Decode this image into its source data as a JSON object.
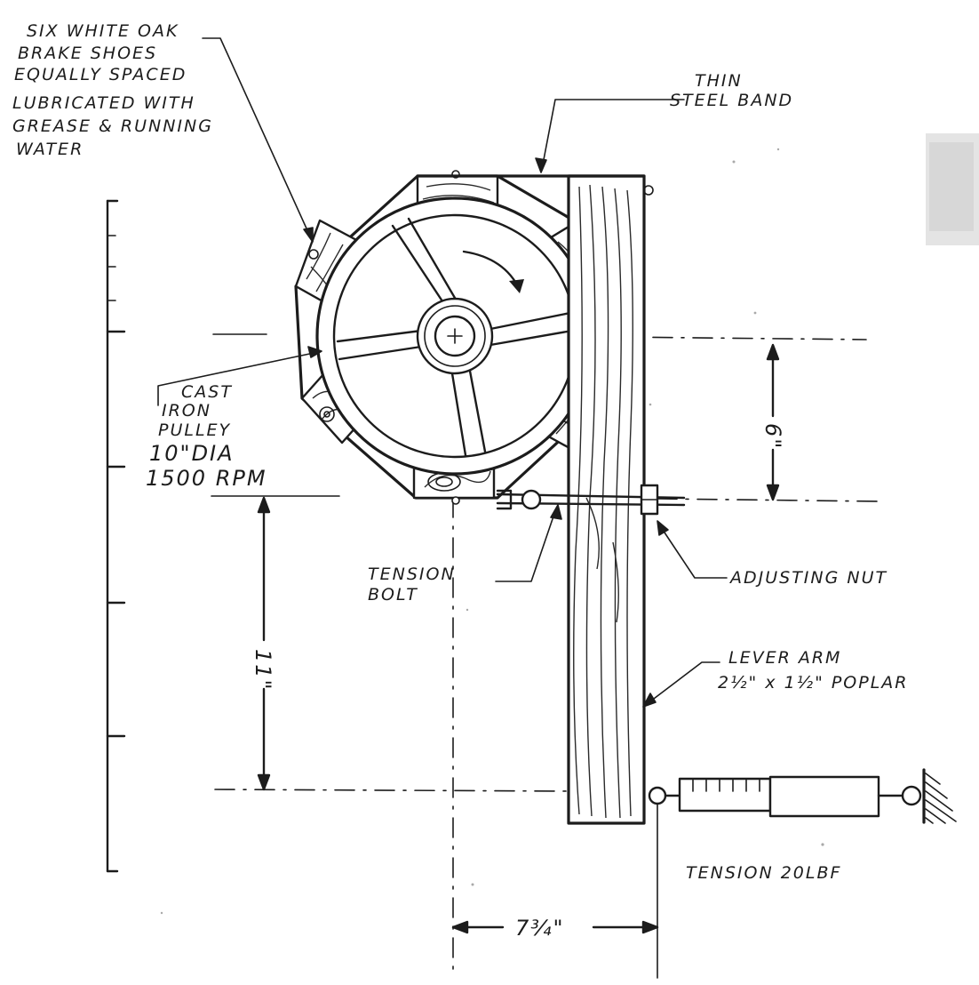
{
  "labels": {
    "shoes_line1": "SIX WHITE OAK",
    "shoes_line2": "BRAKE SHOES",
    "shoes_line3": "EQUALLY SPACED",
    "shoes_line4": "LUBRICATED WITH",
    "shoes_line5": "GREASE & RUNNING",
    "shoes_line6": "WATER",
    "band_line1": "THIN",
    "band_line2": "STEEL BAND",
    "pulley_line1": "CAST",
    "pulley_line2": "IRON",
    "pulley_line3": "PULLEY",
    "pulley_line4": "10\"DIA",
    "pulley_line5": "1500 RPM",
    "bolt_line1": "TENSION",
    "bolt_line2": "BOLT",
    "nut": "ADJUSTING NUT",
    "lever_line1": "LEVER ARM",
    "lever_line2": "2½\" x 1½\"  POPLAR",
    "tension": "TENSION  20LBF",
    "dim_vertical_small": "6\"",
    "dim_vertical_large": "11\"",
    "dim_horizontal": "7¾\""
  },
  "colors": {
    "ink": "#1c1c1c",
    "paper": "#ffffff"
  }
}
